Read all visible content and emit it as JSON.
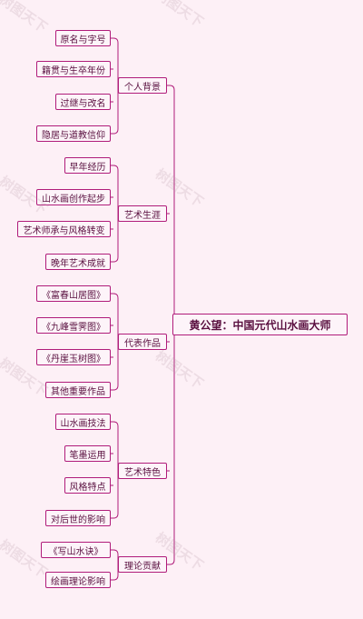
{
  "root": {
    "label": "黄公望：中国元代山水画大师"
  },
  "branches": [
    {
      "label": "个人背景",
      "children": [
        "原名与字号",
        "籍贯与生卒年份",
        "过继与改名",
        "隐居与道教信仰"
      ]
    },
    {
      "label": "艺术生涯",
      "children": [
        "早年经历",
        "山水画创作起步",
        "艺术师承与风格转变",
        "晚年艺术成就"
      ]
    },
    {
      "label": "代表作品",
      "children": [
        "《富春山居图》",
        "《九峰雪霁图》",
        "《丹崖玉树图》",
        "其他重要作品"
      ]
    },
    {
      "label": "艺术特色",
      "children": [
        "山水画技法",
        "笔墨运用",
        "风格特点",
        "对后世的影响"
      ]
    },
    {
      "label": "理论贡献",
      "children": [
        "《写山水诀》",
        "绘画理论影响"
      ]
    }
  ],
  "watermark": "树图天下",
  "colors": {
    "line": "#b01c7a",
    "border": "#b01c7a",
    "text": "#5a1040",
    "background": "#fdf0f6"
  }
}
